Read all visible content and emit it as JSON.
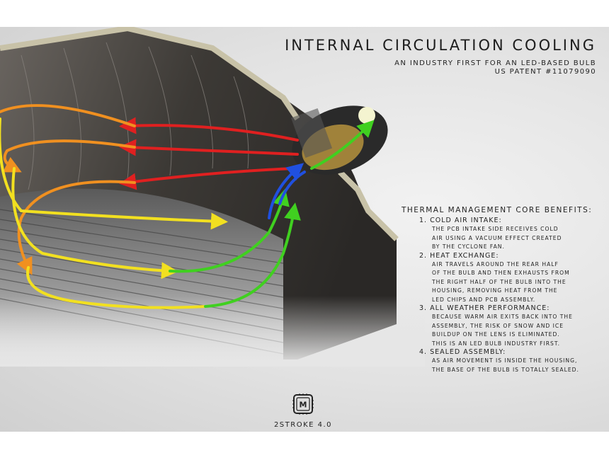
{
  "header": {
    "title": "INTERNAL CIRCULATION COOLING",
    "subtitle_line1": "AN INDUSTRY FIRST FOR AN LED-BASED BULB",
    "subtitle_line2": "US PATENT #11079090"
  },
  "benefits": {
    "heading": "THERMAL MANAGEMENT CORE BENEFITS:",
    "items": [
      {
        "title": "1. COLD AIR INTAKE:",
        "lines": [
          "THE PCB INTAKE SIDE RECEIVES COLD",
          "AIR USING A VACUUM EFFECT CREATED",
          "BY THE CYCLONE FAN."
        ]
      },
      {
        "title": "2. HEAT EXCHANGE:",
        "lines": [
          "AIR TRAVELS AROUND THE REAR HALF",
          "OF THE BULB AND THEN EXHAUSTS FROM",
          "THE RIGHT HALF OF THE BULB INTO THE",
          "HOUSING, REMOVING HEAT FROM THE",
          "LED CHIPS AND PCB ASSEMBLY."
        ]
      },
      {
        "title": "3. ALL WEATHER PERFORMANCE:",
        "lines": [
          "BECAUSE WARM AIR EXITS BACK INTO THE",
          "ASSEMBLY, THE RISK OF SNOW AND ICE",
          "BUILDUP ON THE LENS IS ELIMINATED.",
          "THIS IS AN LED BULB INDUSTRY FIRST."
        ]
      },
      {
        "title": "4. SEALED ASSEMBLY:",
        "lines": [
          "AS AIR MOVEMENT IS INSIDE THE HOUSING,",
          "THE BASE OF THE BULB IS TOTALLY SEALED."
        ]
      }
    ]
  },
  "footer": {
    "logo_letter": "M",
    "brand": "2STROKE 4.0"
  },
  "colors": {
    "hot_air": "#e02020",
    "warm_air": "#f09020",
    "mid_air": "#f2e020",
    "cool_air": "#40d020",
    "cold_air": "#2050e0"
  }
}
